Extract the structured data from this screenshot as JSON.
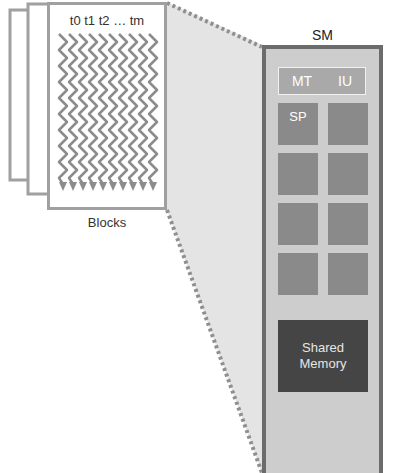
{
  "diagram": {
    "nodes": [
      {
        "text": [
          "t0 t1 t2 … tm",
          "Blocks"
        ]
      },
      {
        "text": [
          "SM"
        ]
      },
      {
        "text": [
          "MT",
          "IU"
        ],
        "in": 1
      },
      {
        "text": [
          "SP"
        ],
        "in": 1
      },
      {
        "text": [
          "Shared Memory"
        ],
        "in": 1
      }
    ],
    "edges": [
      {
        "from": 0,
        "to": 1,
        "arrow": "none"
      }
    ]
  }
}
